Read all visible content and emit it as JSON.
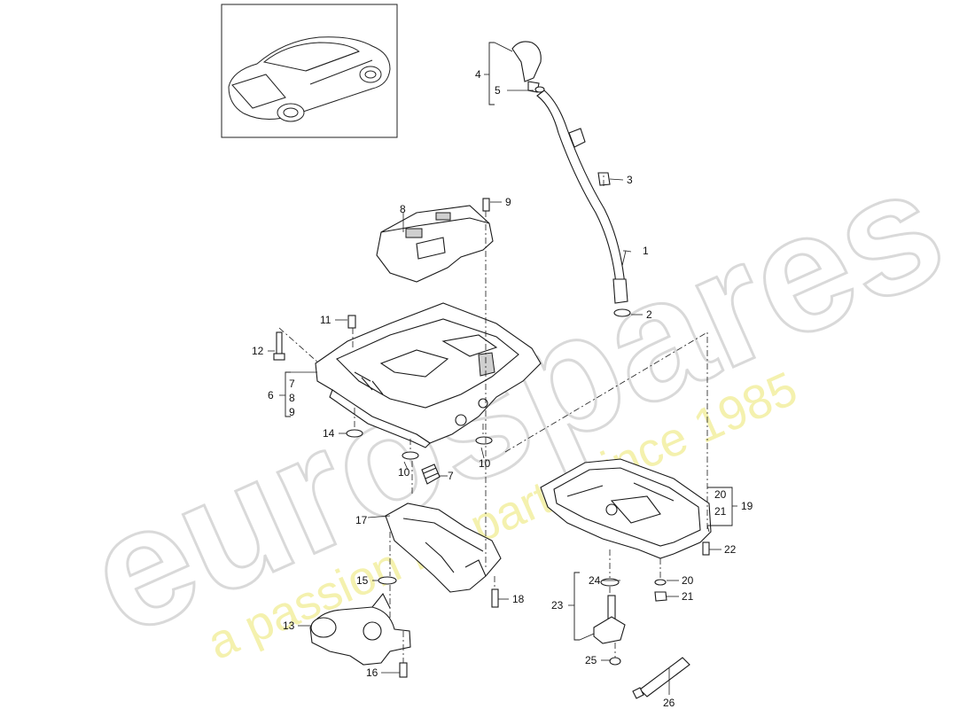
{
  "watermark": {
    "brand": "eurospares",
    "tagline": "a passion for parts since 1985"
  },
  "callouts": {
    "c1": "1",
    "c2": "2",
    "c3": "3",
    "c4": "4",
    "c5": "5",
    "c6": "6",
    "c6_7": "7",
    "c6_8": "8",
    "c6_9": "9",
    "c7": "7",
    "c8": "8",
    "c9": "9",
    "c10a": "10",
    "c10b": "10",
    "c11": "11",
    "c12": "12",
    "c13": "13",
    "c14": "14",
    "c15": "15",
    "c16": "16",
    "c17": "17",
    "c18": "18",
    "c19": "19",
    "c19_20": "20",
    "c19_21": "21",
    "c20": "20",
    "c21": "21",
    "c22": "22",
    "c23": "23",
    "c24": "24",
    "c25": "25",
    "c26": "26"
  }
}
